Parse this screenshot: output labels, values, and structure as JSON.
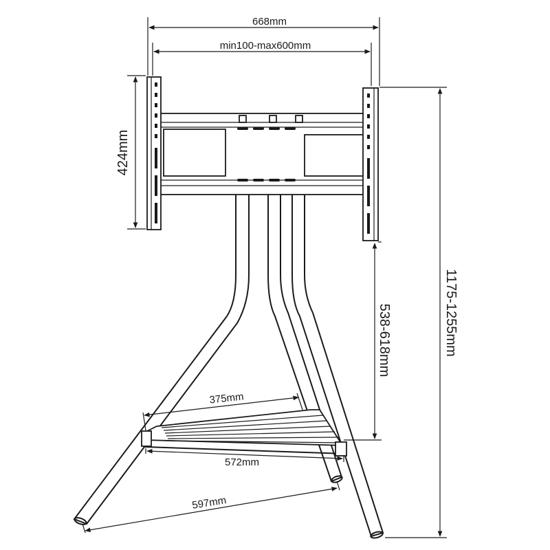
{
  "dimensions": {
    "overall_width": "668mm",
    "vesa_range": "min100-max600mm",
    "bracket_height": "424mm",
    "total_height": "1175-1255mm",
    "leg_height": "538-618mm",
    "shelf_depth": "375mm",
    "shelf_width": "572mm",
    "base_span": "597mm"
  },
  "colors": {
    "line": "#1a1a1a",
    "background": "#ffffff"
  }
}
